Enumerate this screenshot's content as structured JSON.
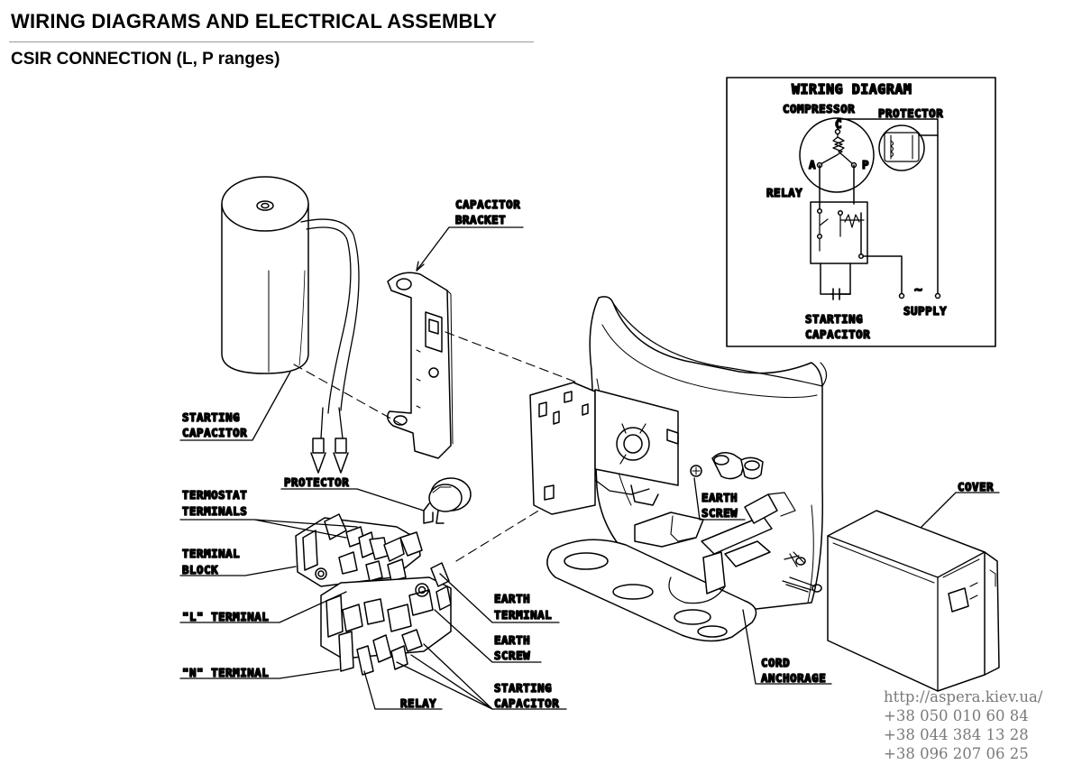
{
  "header": {
    "title": "WIRING DIAGRAMS AND ELECTRICAL ASSEMBLY",
    "subtitle": "CSIR CONNECTION (L, P ranges)"
  },
  "wiring_diagram": {
    "title": "WIRING DIAGRAM",
    "compressor": "COMPRESSOR",
    "protector": "PROTECTOR",
    "terminal_c": "C",
    "terminal_a": "A",
    "terminal_p": "P",
    "relay": "RELAY",
    "supply": "SUPPLY",
    "supply_symbol": "~",
    "starting": "STARTING",
    "capacitor": "CAPACITOR"
  },
  "labels": {
    "capacitor_bracket_1": "CAPACITOR",
    "capacitor_bracket_2": "BRACKET",
    "starting_capacitor_1": "STARTING",
    "starting_capacitor_2": "CAPACITOR",
    "protector": "PROTECTOR",
    "termostat_1": "TERMOSTAT",
    "termostat_2": "TERMINALS",
    "terminal_block_1": "TERMINAL",
    "terminal_block_2": "BLOCK",
    "l_terminal": "\"L\" TERMINAL",
    "n_terminal": "\"N\" TERMINAL",
    "relay": "RELAY",
    "earth_terminal_1": "EARTH",
    "earth_terminal_2": "TERMINAL",
    "earth_screw_lower_1": "EARTH",
    "earth_screw_lower_2": "SCREW",
    "starting_capacitor_lower_1": "STARTING",
    "starting_capacitor_lower_2": "CAPACITOR",
    "earth_screw_upper_1": "EARTH",
    "earth_screw_upper_2": "SCREW",
    "cord_anchorage_1": "CORD",
    "cord_anchorage_2": "ANCHORAGE",
    "cover": "COVER"
  },
  "contact": {
    "url": "http://aspera.kiev.ua/",
    "phone1": "+38 050 010 60 84",
    "phone2": "+38 044 384 13 28",
    "phone3": "+38 096 207 06 25"
  }
}
